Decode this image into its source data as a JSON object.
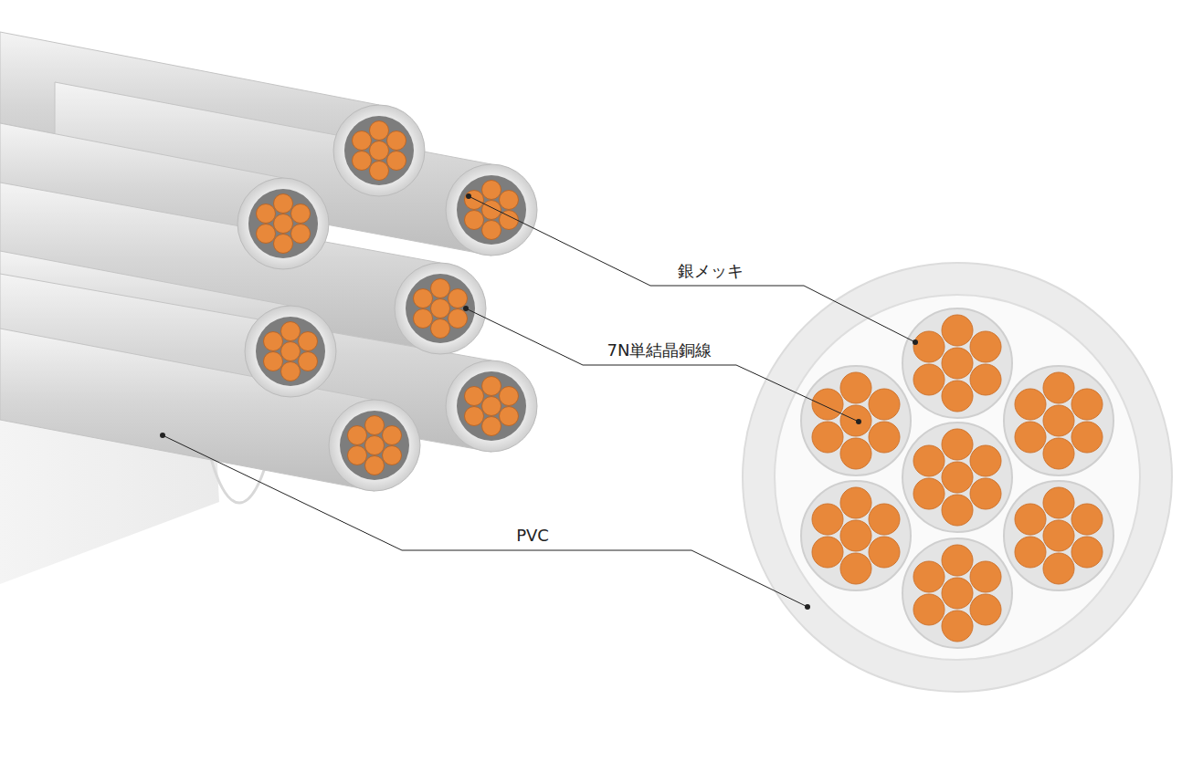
{
  "diagram": {
    "labels": [
      "銀メッキ",
      "7N単結晶銅線",
      "PVC"
    ]
  }
}
